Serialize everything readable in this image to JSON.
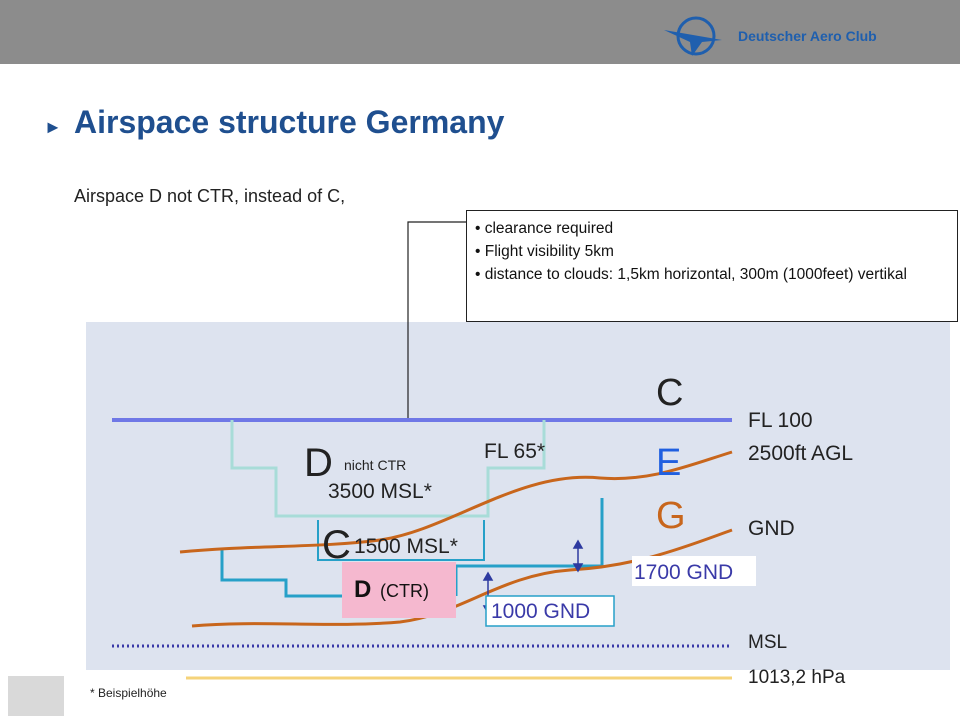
{
  "header": {
    "brand": "Deutscher Aero Club"
  },
  "title": "Airspace structure Germany",
  "subtitle": "Airspace D not CTR, instead of  C,",
  "callout": {
    "items": [
      "clearance required",
      "Flight visibility 5km",
      "distance to clouds: 1,5km horizontal, 300m (1000feet) vertikal"
    ]
  },
  "diagram": {
    "class_c_top": "C",
    "class_e": "E",
    "class_g": "G",
    "class_d": "D",
    "class_d_sub": "nicht CTR",
    "fl65": "FL 65*",
    "msl3500": "3500 MSL*",
    "class_c_low": "C",
    "msl1500": "1500 MSL*",
    "ctr_d": "D",
    "ctr_label": "(CTR)",
    "gnd1700": "1700 GND",
    "gnd1000": "1000 GND",
    "right_labels": {
      "fl100": "FL 100",
      "agl2500": "2500ft AGL",
      "gnd": "GND",
      "msl": "MSL",
      "hpa": "1013,2 hPa"
    },
    "colors": {
      "background": "#dde3ef",
      "fl100_line": "#6f78e6",
      "airspace_d_outline": "#a8dcd8",
      "c_outline": "#26a0c8",
      "terrain": "#c8661c",
      "msl_line": "#3a3aa8",
      "hpa_line": "#f5d37a",
      "ctr_fill": "#f5b8cf",
      "e_color": "#1f5fe0",
      "g_color": "#c8661c",
      "arrow": "#2d3aa0"
    }
  },
  "footnote": "* Beispielhöhe"
}
